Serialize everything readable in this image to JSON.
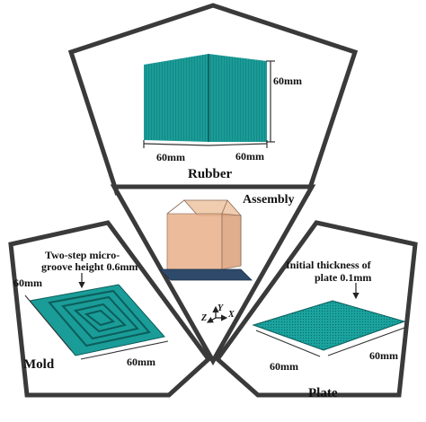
{
  "colors": {
    "frame": "#3a3a3a",
    "mesh": "#1a9c98",
    "mesh_dark": "#0d6e6b",
    "assembly_box": "#e8b08a",
    "assembly_plate": "#2e4a6a"
  },
  "labels": {
    "rubber": "Rubber",
    "assembly": "Assembly",
    "mold": "Mold",
    "plate": "Plate"
  },
  "rubber": {
    "height": "60mm",
    "width_left": "60mm",
    "width_right": "60mm"
  },
  "mold": {
    "note_line1": "Two-step micro-",
    "note_line2": "groove height 0.6mm",
    "dim_left": "60mm",
    "dim_bottom": "60mm"
  },
  "plate": {
    "note_line1": "Initial thickness of",
    "note_line2": "plate 0.1mm",
    "dim_left": "60mm",
    "dim_right": "60mm"
  },
  "axes": {
    "x": "X",
    "y": "Y",
    "z": "Z"
  }
}
